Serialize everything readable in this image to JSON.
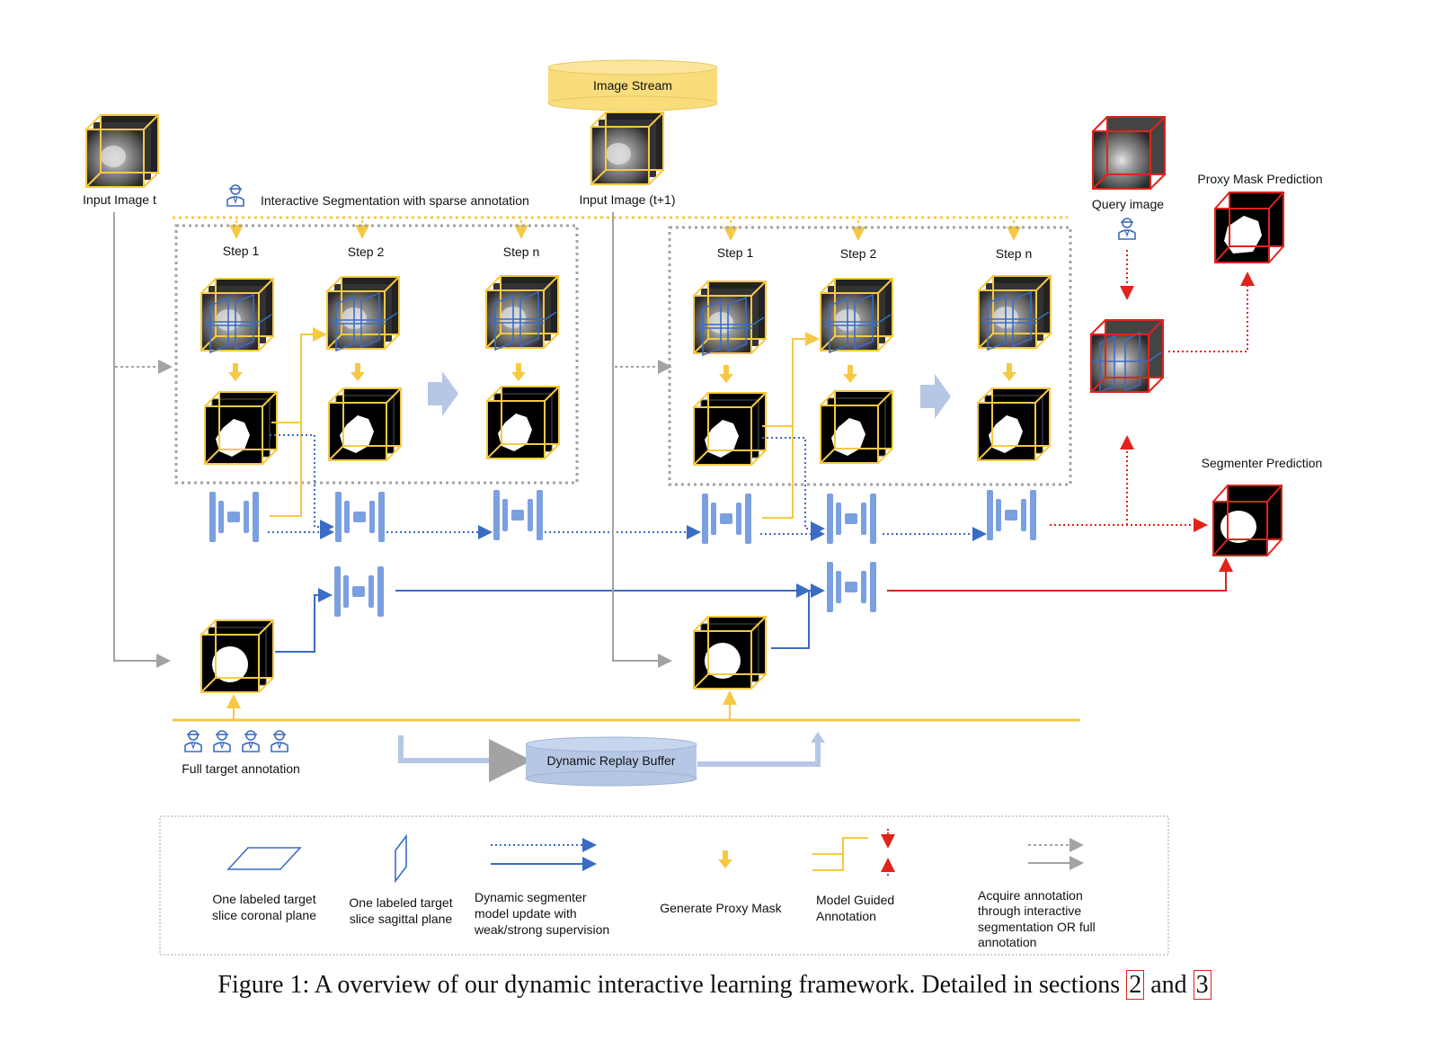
{
  "labels": {
    "image_stream": "Image Stream",
    "input_image_t": "Input Image t",
    "input_image_t1": "Input Image (t+1)",
    "interactive_seg": "Interactive Segmentation with sparse annotation",
    "step1": "Step 1",
    "step2": "Step 2",
    "stepn": "Step n",
    "query_image": "Query image",
    "proxy_mask_prediction": "Proxy Mask Prediction",
    "segmenter_prediction": "Segmenter Prediction",
    "full_target_annotation": "Full target annotation",
    "dynamic_replay_buffer": "Dynamic Replay Buffer"
  },
  "legend": {
    "coronal": [
      "One labeled target",
      "slice coronal plane"
    ],
    "sagittal": [
      "One labeled target",
      "slice sagittal plane"
    ],
    "dynamic": [
      "Dynamic segmenter",
      "model update with",
      "weak/strong supervision"
    ],
    "proxy": [
      "Generate Proxy Mask"
    ],
    "guided": [
      "Model Guided",
      "Annotation"
    ],
    "acquire": [
      "Acquire annotation",
      "through interactive",
      "segmentation OR full",
      "annotation"
    ]
  },
  "caption": {
    "text": "Figure 1: A overview of our dynamic interactive learning framework. Detailed in sections",
    "ref1": "2",
    "and": "and",
    "ref2": "3"
  },
  "colors": {
    "yellow": "#f6c944",
    "yellow_fill": "#f9dc7b",
    "blue": "#3b6cc4",
    "unet_blue": "#7ba0e0",
    "gray": "#a3a3a3",
    "red": "#e0241b",
    "light_blue": "#b6c7e6"
  }
}
